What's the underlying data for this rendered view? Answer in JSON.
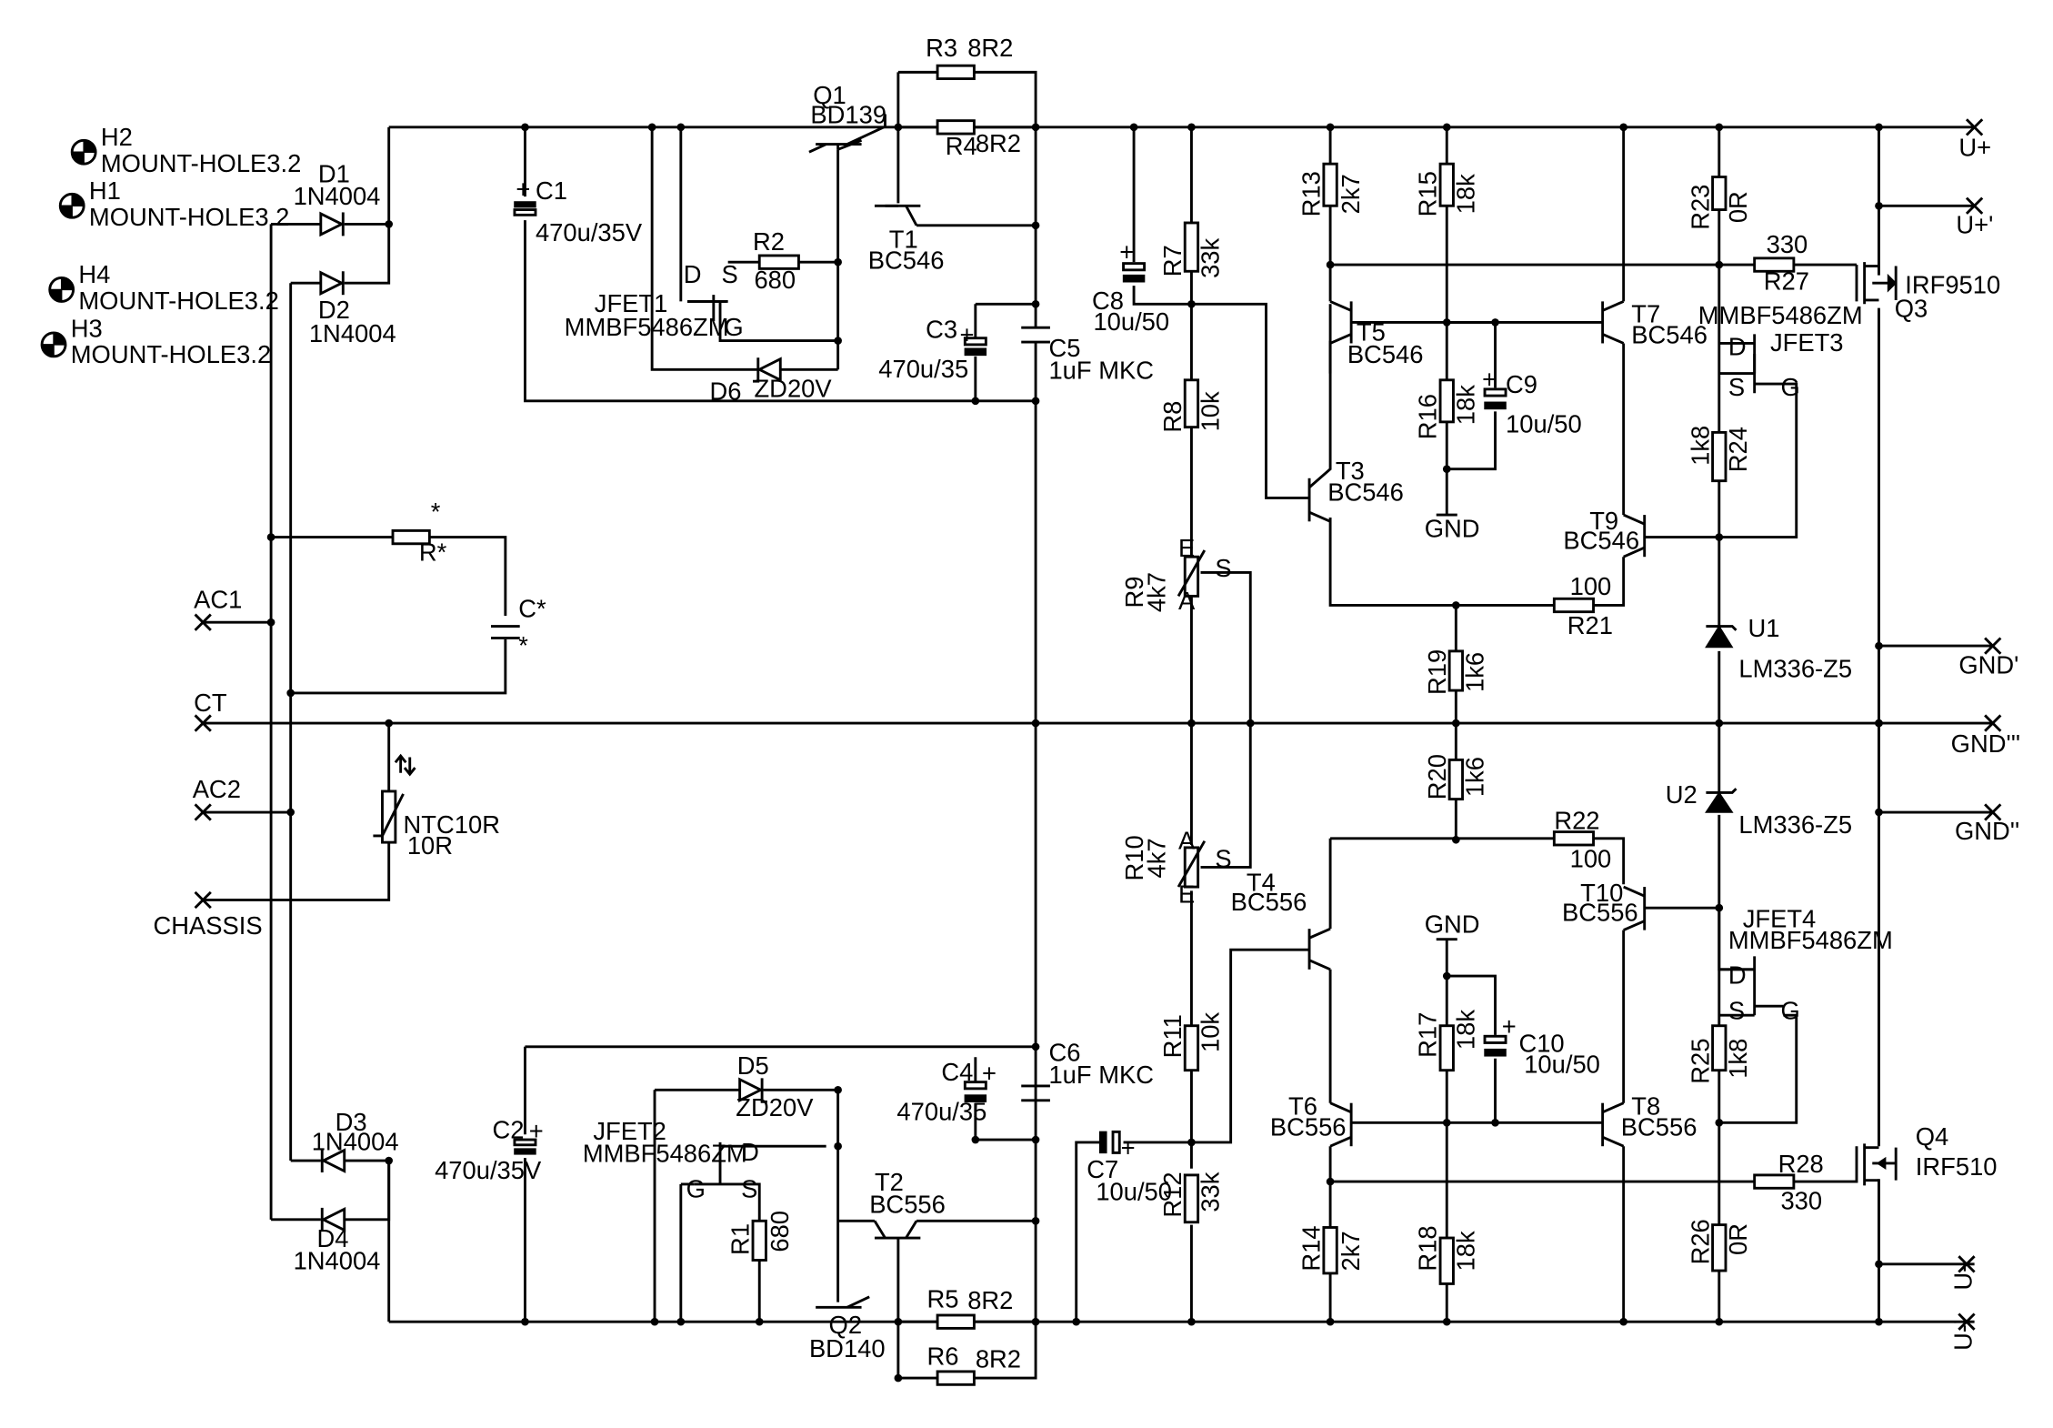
{
  "mount_holes": [
    {
      "ref": "H2",
      "value": "MOUNT-HOLE3.2"
    },
    {
      "ref": "H1",
      "value": "MOUNT-HOLE3.2"
    },
    {
      "ref": "H4",
      "value": "MOUNT-HOLE3.2"
    },
    {
      "ref": "H3",
      "value": "MOUNT-HOLE3.2"
    }
  ],
  "terminals": {
    "ac1": "AC1",
    "ct": "CT",
    "ac2": "AC2",
    "chassis": "CHASSIS",
    "u_plus": "U+",
    "u_plus2": "U+'",
    "gnd1": "GND'",
    "gnd3": "GND'''",
    "gnd2": "GND''",
    "u_minus": "U-",
    "u_minus2": "U-'",
    "gnd_top": "GND",
    "gnd_bottom": "GND"
  },
  "components": {
    "D1": {
      "ref": "D1",
      "value": "1N4004"
    },
    "D2": {
      "ref": "D2",
      "value": "1N4004"
    },
    "D3": {
      "ref": "D3",
      "value": "1N4004"
    },
    "D4": {
      "ref": "D4",
      "value": "1N4004"
    },
    "C1": {
      "ref": "C1",
      "value": "470u/35V"
    },
    "C2": {
      "ref": "C2",
      "value": "470u/35V"
    },
    "C3": {
      "ref": "C3",
      "value": "470u/35"
    },
    "C4": {
      "ref": "C4",
      "value": "470u/35"
    },
    "C5": {
      "ref": "C5",
      "value": "1uF MKC"
    },
    "C6": {
      "ref": "C6",
      "value": "1uF MKC"
    },
    "C7": {
      "ref": "C7",
      "value": "10u/50"
    },
    "C8": {
      "ref": "C8",
      "value": "10u/50"
    },
    "C9": {
      "ref": "C9",
      "value": "10u/50"
    },
    "C10": {
      "ref": "C10",
      "value": "10u/50"
    },
    "Cstar": {
      "ref": "C*",
      "mark": "*"
    },
    "Rstar": {
      "ref": "R*",
      "mark": "*"
    },
    "R1": {
      "ref": "R1",
      "value": "680"
    },
    "R2": {
      "ref": "R2",
      "value": "680"
    },
    "R3": {
      "ref": "R3",
      "value": "8R2"
    },
    "R4": {
      "ref": "R4",
      "value": "8R2"
    },
    "R5": {
      "ref": "R5",
      "value": "8R2"
    },
    "R6": {
      "ref": "R6",
      "value": "8R2"
    },
    "R7": {
      "ref": "R7",
      "value": "33k"
    },
    "R8": {
      "ref": "R8",
      "value": "10k"
    },
    "R9": {
      "ref": "R9",
      "value": "4k7",
      "pins": [
        "E",
        "S",
        "A"
      ]
    },
    "R10": {
      "ref": "R10",
      "value": "4k7",
      "pins": [
        "A",
        "S",
        "E"
      ]
    },
    "R11": {
      "ref": "R11",
      "value": "10k"
    },
    "R12": {
      "ref": "R12",
      "value": "33k"
    },
    "R13": {
      "ref": "R13",
      "value": "2k7"
    },
    "R14": {
      "ref": "R14",
      "value": "2k7"
    },
    "R15": {
      "ref": "R15",
      "value": "18k"
    },
    "R16": {
      "ref": "R16",
      "value": "18k"
    },
    "R17": {
      "ref": "R17",
      "value": "18k"
    },
    "R18": {
      "ref": "R18",
      "value": "18k"
    },
    "R19": {
      "ref": "R19",
      "value": "1k6"
    },
    "R20": {
      "ref": "R20",
      "value": "1k6"
    },
    "R21": {
      "ref": "R21",
      "value": "100"
    },
    "R22": {
      "ref": "R22",
      "value": "100"
    },
    "R23": {
      "ref": "R23",
      "value": "0R"
    },
    "R24": {
      "ref": "R24",
      "value": "1k8"
    },
    "R25": {
      "ref": "R25",
      "value": "1k8"
    },
    "R26": {
      "ref": "R26",
      "value": "0R"
    },
    "R27": {
      "ref": "R27",
      "value": "330"
    },
    "R28": {
      "ref": "R28",
      "value": "330"
    },
    "NTC": {
      "ref": "NTC10R",
      "value": "10R"
    },
    "Q1": {
      "ref": "Q1",
      "value": "BD139"
    },
    "Q2": {
      "ref": "Q2",
      "value": "BD140"
    },
    "Q3": {
      "ref": "Q3",
      "value": "IRF9510"
    },
    "Q4": {
      "ref": "Q4",
      "value": "IRF510"
    },
    "T1": {
      "ref": "T1",
      "value": "BC546"
    },
    "T2": {
      "ref": "T2",
      "value": "BC556"
    },
    "T3": {
      "ref": "T3",
      "value": "BC546"
    },
    "T4": {
      "ref": "T4",
      "value": "BC556"
    },
    "T5": {
      "ref": "T5",
      "value": "BC546"
    },
    "T6": {
      "ref": "T6",
      "value": "BC556"
    },
    "T7": {
      "ref": "T7",
      "value": "BC546"
    },
    "T8": {
      "ref": "T8",
      "value": "BC556"
    },
    "T9": {
      "ref": "T9",
      "value": "BC546"
    },
    "T10": {
      "ref": "T10",
      "value": "BC556"
    },
    "D5": {
      "ref": "D5",
      "value": "ZD20V"
    },
    "D6": {
      "ref": "D6",
      "value": "ZD20V"
    },
    "U1": {
      "ref": "U1",
      "value": "LM336-Z5"
    },
    "U2": {
      "ref": "U2",
      "value": "LM336-Z5"
    },
    "JFET1": {
      "ref": "JFET1",
      "value": "MMBF5486ZM"
    },
    "JFET2": {
      "ref": "JFET2",
      "value": "MMBF5486ZM"
    },
    "JFET3": {
      "ref": "JFET3",
      "value": "MMBF5486ZM"
    },
    "JFET4": {
      "ref": "JFET4",
      "value": "MMBF5486ZM"
    }
  },
  "jfet_pins": {
    "d": "D",
    "s": "S",
    "g": "G"
  },
  "polarity_plus": "+"
}
